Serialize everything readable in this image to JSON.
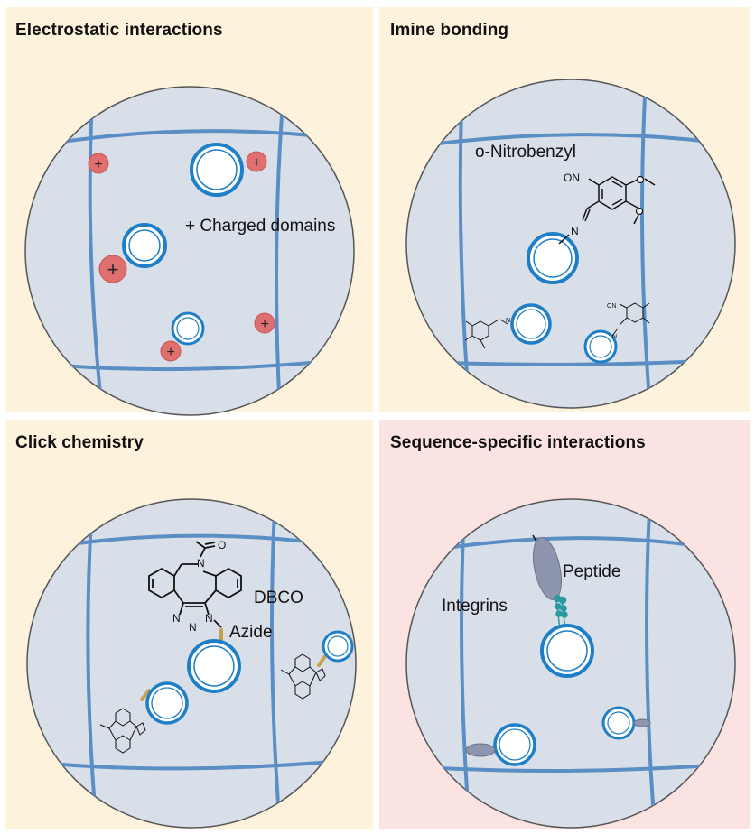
{
  "colors": {
    "panel_yellow": "#fdf3dc",
    "panel_pink": "#fbe3e1",
    "circle_fill": "#d9dfe9",
    "circle_stroke": "#555555",
    "fiber": "#5b8ec4",
    "particle_ring": "#1e7fc6",
    "charge": "#e07070",
    "azide_linker": "#c8a24a",
    "protein": "#8e95ae",
    "peptide_knob": "#2a9aa0"
  },
  "panels": [
    {
      "title": "Electrostatic interactions",
      "labels": [
        "+ Charged domains"
      ],
      "charge_symbol": "+"
    },
    {
      "title": "Imine bonding",
      "labels": [
        "o-Nitrobenzyl"
      ],
      "chem_text": {
        "no": "ON",
        "n": "N"
      }
    },
    {
      "title": "Click chemistry",
      "labels": [
        "DBCO",
        "Azide"
      ],
      "chem_text": {
        "n": "N",
        "o": "O"
      }
    },
    {
      "title": "Sequence-specific interactions",
      "labels": [
        "Peptide",
        "Integrins"
      ]
    }
  ]
}
